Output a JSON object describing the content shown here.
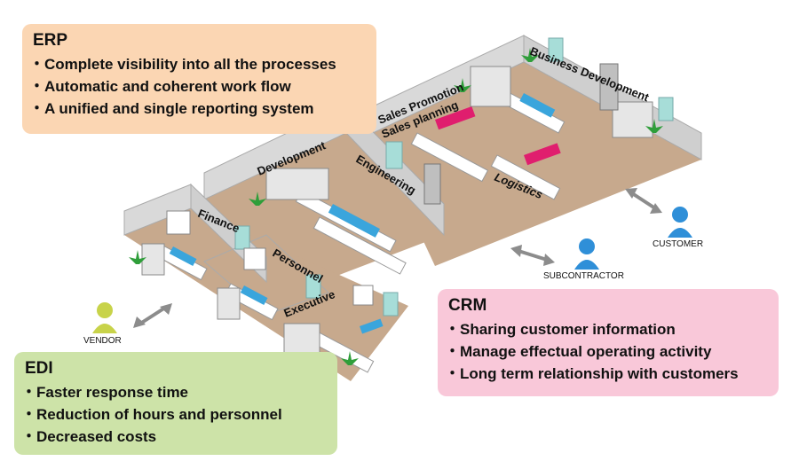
{
  "colors": {
    "erp_bg": "#fbd6b3",
    "crm_bg": "#f9c8d9",
    "edi_bg": "#cde3a8",
    "floor": "#c7a98d",
    "wall": "#d9d9d9",
    "person_blue": "#2f8fd8",
    "person_yellow": "#c8d34a",
    "arrow": "#8c8c8c"
  },
  "erp": {
    "title": "ERP",
    "items": [
      "Complete visibility into all the processes",
      "Automatic and coherent work flow",
      "A unified and single reporting system"
    ]
  },
  "crm": {
    "title": "CRM",
    "items": [
      "Sharing customer information",
      "Manage effectual operating activity",
      "Long term relationship with customers"
    ]
  },
  "edi": {
    "title": "EDI",
    "items": [
      "Faster response time",
      "Reduction of hours and personnel",
      "Decreased costs"
    ]
  },
  "rooms": {
    "sales_promotion": "Sales Promotion",
    "sales_planning": "Sales planning",
    "business_development": "Business Development",
    "development": "Development",
    "engineering": "Engineering",
    "logistics": "Logistics",
    "finance": "Finance",
    "personnel": "Personnel",
    "executive": "Executive"
  },
  "actors": {
    "customer": "CUSTOMER",
    "subcontractor": "SUBCONTRACTOR",
    "vendor": "VENDOR"
  },
  "icons": [
    "person-icon",
    "double-arrow-icon",
    "plant-icon",
    "monitor-icon",
    "cabinet-icon"
  ]
}
